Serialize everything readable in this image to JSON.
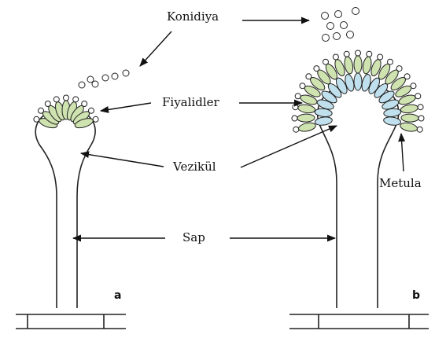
{
  "labels": {
    "konidiya": "Konidiya",
    "fiyalidler": "Fiyalidler",
    "vezikul": "Vezikül",
    "metula": "Metula",
    "sap": "Sap"
  },
  "panels": {
    "a": "a",
    "b": "b"
  },
  "colors": {
    "phialide_fill": "#cfe3b0",
    "metula_fill": "#bfe0ec",
    "outline": "#222222"
  }
}
